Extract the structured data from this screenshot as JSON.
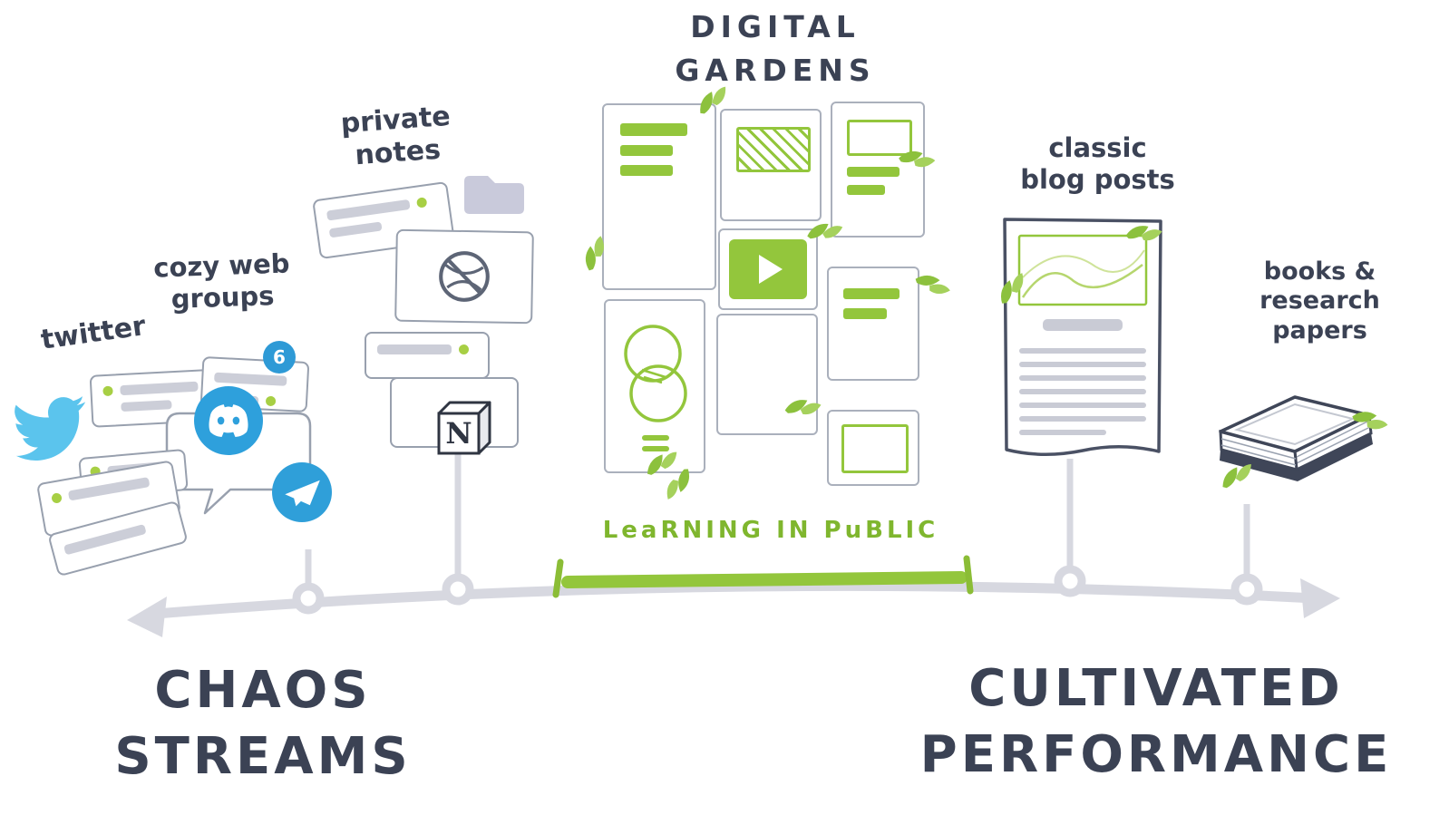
{
  "diagram": {
    "title": "DIGITAL\nGARDENS",
    "axis": {
      "left_label": "CHAOS\nSTREAMS",
      "right_label": "CULTIVATED\nPERFORMANCE",
      "segment_label": "LeaRNING IN PuBLIC"
    },
    "clusters": {
      "twitter": {
        "label": "twitter"
      },
      "cozy_web_groups": {
        "label": "cozy web\ngroups",
        "badge_count": "6"
      },
      "private_notes": {
        "label": "private\nnotes",
        "notion_letter": "N"
      },
      "classic_blog_posts": {
        "label": "classic\nblog posts"
      },
      "books_research_papers": {
        "label": "books &\nresearch\npapers"
      }
    },
    "icons": {
      "twitter_bird": "twitter-bird-icon",
      "discord": "discord-icon",
      "telegram": "telegram-icon",
      "folder": "folder-icon",
      "no_publish": "crossed-circle-icon",
      "notion_cube": "notion-cube-icon",
      "play": "play-icon",
      "venn": "venn-diagram-icon",
      "leaf": "leaf-icon",
      "arrow_left": "axis-arrow-left",
      "arrow_right": "axis-arrow-right"
    },
    "colors": {
      "ink": "#3b4254",
      "green": "#93c63c",
      "green_text": "#7fb62e",
      "light_gray": "#d7d8e0",
      "placeholder_gray": "#ccced8",
      "twitter_blue": "#5bc4ed",
      "discord_blue": "#2ea0dc",
      "telegram_blue": "#2f9fd9",
      "badge_blue": "#2e9ad6"
    }
  }
}
